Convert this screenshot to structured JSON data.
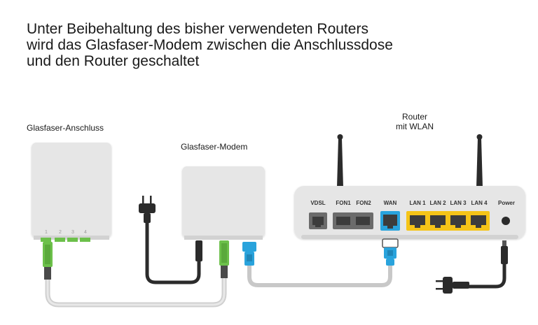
{
  "title": {
    "line1": "Unter Beibehaltung des bisher verwendeten Routers",
    "line2": "wird das Glasfaser-Modem zwischen die Anschlussdose",
    "line3": "und den Router geschaltet"
  },
  "devices": {
    "fiber_outlet": {
      "label": "Glasfaser-Anschluss",
      "port_labels": [
        "1",
        "2",
        "3",
        "4"
      ]
    },
    "modem": {
      "label": "Glasfaser-Modem"
    },
    "router": {
      "label_line1": "Router",
      "label_line2": "mit WLAN",
      "ports": {
        "vdsl": "VDSL",
        "fon1": "FON1",
        "fon2": "FON2",
        "wan": "WAN",
        "lan1": "LAN 1",
        "lan2": "LAN 2",
        "lan3": "LAN 3",
        "lan4": "LAN 4",
        "power": "Power"
      }
    }
  },
  "colors": {
    "fiber_green": "#6cc04a",
    "wan_blue": "#29a3dc",
    "lan_yellow": "#f5c418",
    "device_gray": "#e6e6e6",
    "cable_gray": "#c8c8c8",
    "dark": "#2b2b2b"
  }
}
